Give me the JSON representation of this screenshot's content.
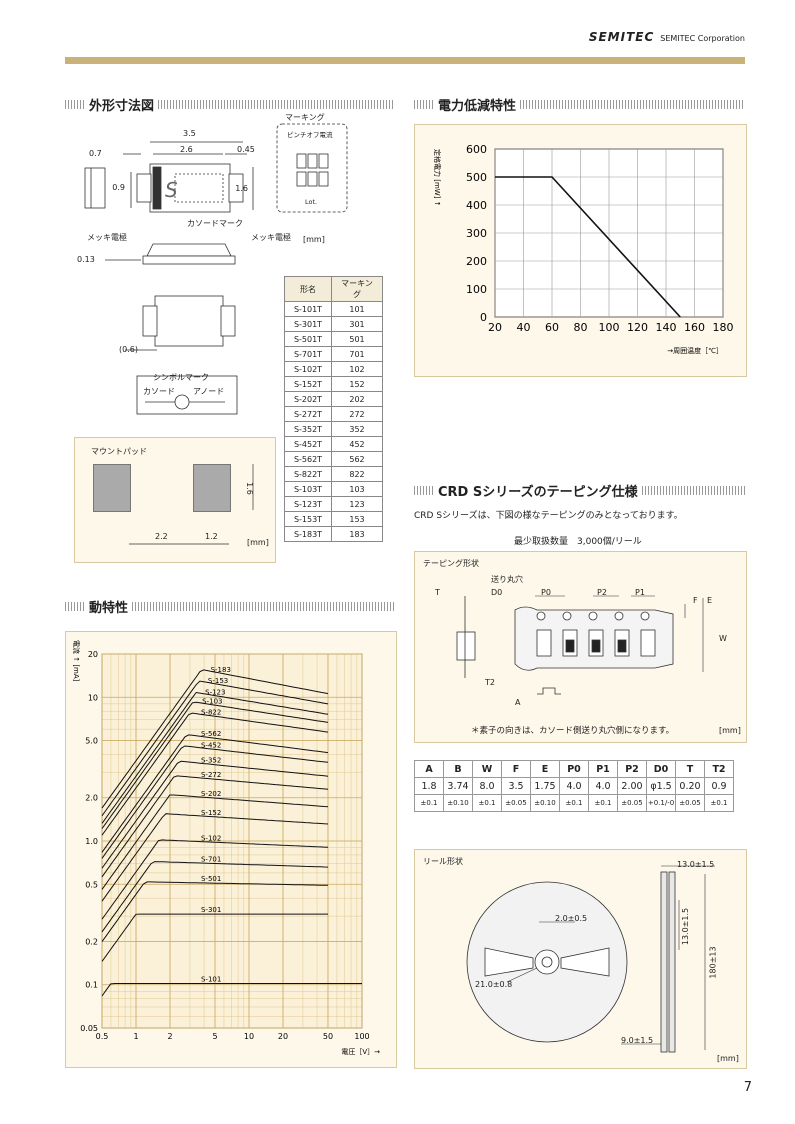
{
  "header": {
    "brand": "SEMITEC",
    "company": "SEMITEC Corporation"
  },
  "sections": {
    "outline": "外形寸法図",
    "derating": "電力低減特性",
    "dynamic": "動特性",
    "taping": "CRD Sシリーズのテーピング仕様"
  },
  "outline": {
    "marking_title": "マーキング",
    "pinch_off": "ピンチオフ電流",
    "lot": "Lot.",
    "dims": {
      "d35": "3.5",
      "d26": "2.6",
      "d045": "0.45",
      "d07": "0.7",
      "d09": "0.9",
      "d16": "1.6",
      "d013": "0.13",
      "d06": "(0.6)"
    },
    "cathode_mark": "カソードマーク",
    "plating_left": "メッキ電極",
    "plating_right": "メッキ電極",
    "unit": "[mm]",
    "symbol_mark": "シンボルマーク",
    "cathode": "カソード",
    "anode": "アノード"
  },
  "mount_pad": {
    "title": "マウントパッド",
    "d16": "1.6",
    "d22": "2.2",
    "d12": "1.2",
    "unit": "[mm]"
  },
  "marking_table": {
    "headers": [
      "形名",
      "マーキング"
    ],
    "rows": [
      [
        "S-101T",
        "101"
      ],
      [
        "S-301T",
        "301"
      ],
      [
        "S-501T",
        "501"
      ],
      [
        "S-701T",
        "701"
      ],
      [
        "S-102T",
        "102"
      ],
      [
        "S-152T",
        "152"
      ],
      [
        "S-202T",
        "202"
      ],
      [
        "S-272T",
        "272"
      ],
      [
        "S-352T",
        "352"
      ],
      [
        "S-452T",
        "452"
      ],
      [
        "S-562T",
        "562"
      ],
      [
        "S-822T",
        "822"
      ],
      [
        "S-103T",
        "103"
      ],
      [
        "S-123T",
        "123"
      ],
      [
        "S-153T",
        "153"
      ],
      [
        "S-183T",
        "183"
      ]
    ]
  },
  "chart_data": [
    {
      "type": "line",
      "ylabel": "定格電力 [mW] ↑",
      "xlabel": "→周囲温度［℃］",
      "xlim": [
        20,
        180
      ],
      "ylim": [
        0,
        600
      ],
      "xticks": [
        20,
        40,
        60,
        80,
        100,
        120,
        140,
        160,
        180
      ],
      "yticks": [
        0,
        100,
        200,
        300,
        400,
        500,
        600
      ],
      "grid": true,
      "series": [
        {
          "x": [
            20,
            60,
            150
          ],
          "y": [
            500,
            500,
            0
          ]
        }
      ]
    },
    {
      "type": "line",
      "ylabel": "電流 ↑ [mA]",
      "xlabel": "電圧［V］→",
      "xscale": "log",
      "yscale": "log",
      "xlim": [
        0.5,
        100
      ],
      "ylim": [
        0.05,
        20
      ],
      "xticks": [
        "0.5",
        "1",
        "2",
        "5",
        "10",
        "20",
        "50",
        "100"
      ],
      "yticks": [
        "0.05",
        "0.1",
        "0.2",
        "0.5",
        "1.0",
        "2.0",
        "5.0",
        "10",
        "20"
      ],
      "grid": true,
      "series": [
        {
          "name": "S-183",
          "vs": 3.8,
          "ip": 15.6,
          "tail": -0.3
        },
        {
          "name": "S-153",
          "vs": 3.6,
          "ip": 13.0,
          "tail": -0.28
        },
        {
          "name": "S-123",
          "vs": 3.4,
          "ip": 10.8,
          "tail": -0.26
        },
        {
          "name": "S-103",
          "vs": 3.2,
          "ip": 9.3,
          "tail": -0.24
        },
        {
          "name": "S-822",
          "vs": 3.0,
          "ip": 7.8,
          "tail": -0.22
        },
        {
          "name": "S-562",
          "vs": 2.8,
          "ip": 5.5,
          "tail": -0.2
        },
        {
          "name": "S-452",
          "vs": 2.6,
          "ip": 4.6,
          "tail": -0.18
        },
        {
          "name": "S-352",
          "vs": 2.4,
          "ip": 3.6,
          "tail": -0.16
        },
        {
          "name": "S-272",
          "vs": 2.2,
          "ip": 2.85,
          "tail": -0.14
        },
        {
          "name": "S-202",
          "vs": 2.0,
          "ip": 2.1,
          "tail": -0.12
        },
        {
          "name": "S-152",
          "vs": 1.8,
          "ip": 1.55,
          "tail": -0.1
        },
        {
          "name": "S-102",
          "vs": 1.6,
          "ip": 1.02,
          "tail": -0.07
        },
        {
          "name": "S-701",
          "vs": 1.4,
          "ip": 0.72,
          "tail": -0.05
        },
        {
          "name": "S-501",
          "vs": 1.2,
          "ip": 0.52,
          "tail": -0.03
        },
        {
          "name": "S-301",
          "vs": 1.0,
          "ip": 0.31,
          "tail": 0
        },
        {
          "name": "S-101",
          "vs": 0.6,
          "ip": 0.102,
          "tail": 0
        }
      ]
    }
  ],
  "taping": {
    "note": "CRD Sシリーズは、下図の様なテーピングのみとなっております。",
    "min_qty": "最少取扱数量　3,000個/リール",
    "tape_title": "テーピング形状",
    "feed_hole": "送り丸穴",
    "labels": {
      "T": "T",
      "D0": "D0",
      "P0": "P0",
      "P2": "P2",
      "P1": "P1",
      "F": "F",
      "E": "E",
      "W": "W",
      "T2": "T2",
      "A": "A"
    },
    "tape_note": "＊素子の向きは、カソード側送り丸穴側になります。",
    "unit": "[mm]",
    "table": {
      "headers": [
        "A",
        "B",
        "W",
        "F",
        "E",
        "P0",
        "P1",
        "P2",
        "D0",
        "T",
        "T2"
      ],
      "values": [
        "1.8",
        "3.74",
        "8.0",
        "3.5",
        "1.75",
        "4.0",
        "4.0",
        "2.00",
        "φ1.5",
        "0.20",
        "0.9"
      ],
      "tolerances": [
        "±0.1",
        "±0.10",
        "±0.1",
        "±0.05",
        "±0.10",
        "±0.1",
        "±0.1",
        "±0.05",
        "+0.1/-0",
        "±0.05",
        "±0.1"
      ]
    },
    "reel_title": "リール形状",
    "reel": {
      "d130": "13.0±1.5",
      "d20": "2.0±0.5",
      "d210": "21.0±0.8",
      "d13": "13.0±1.5",
      "d180": "180±13",
      "d90": "9.0±1.5",
      "unit": "[mm]"
    }
  },
  "page_number": "7"
}
